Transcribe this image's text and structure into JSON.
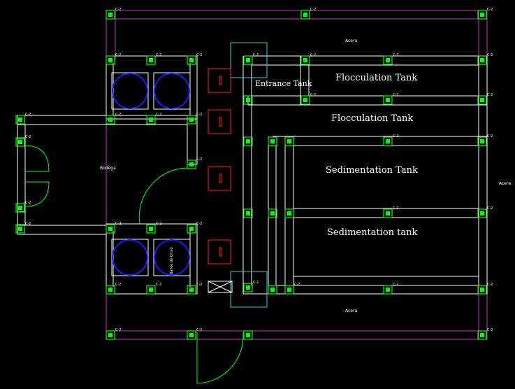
{
  "labels": {
    "entrance_tank": "Entrance Tank",
    "flocculation_tank_1": "Flocculation Tank",
    "flocculation_tank_2": "Flocculation Tank",
    "sedimentation_tank_1": "Sedimentation Tank",
    "sedimentation_tank_2": "Sedimentation tank",
    "bodega": "Bodega",
    "acera_top": "Acera",
    "acera_bottom": "Acera",
    "acera_right": "Acera",
    "banos": "Baños de Chico"
  },
  "column_tag": "C-2",
  "column_tag_alt": "C-1",
  "colors": {
    "background": "#000000",
    "walls": "#ffffff",
    "columns": "#00ff00",
    "sidewalk": "#cc33cc",
    "fixtures": "#1a1aff",
    "pumps": "#ff2020",
    "inlet_boxes": "#33cccc",
    "door_swing": "#00ff00"
  }
}
